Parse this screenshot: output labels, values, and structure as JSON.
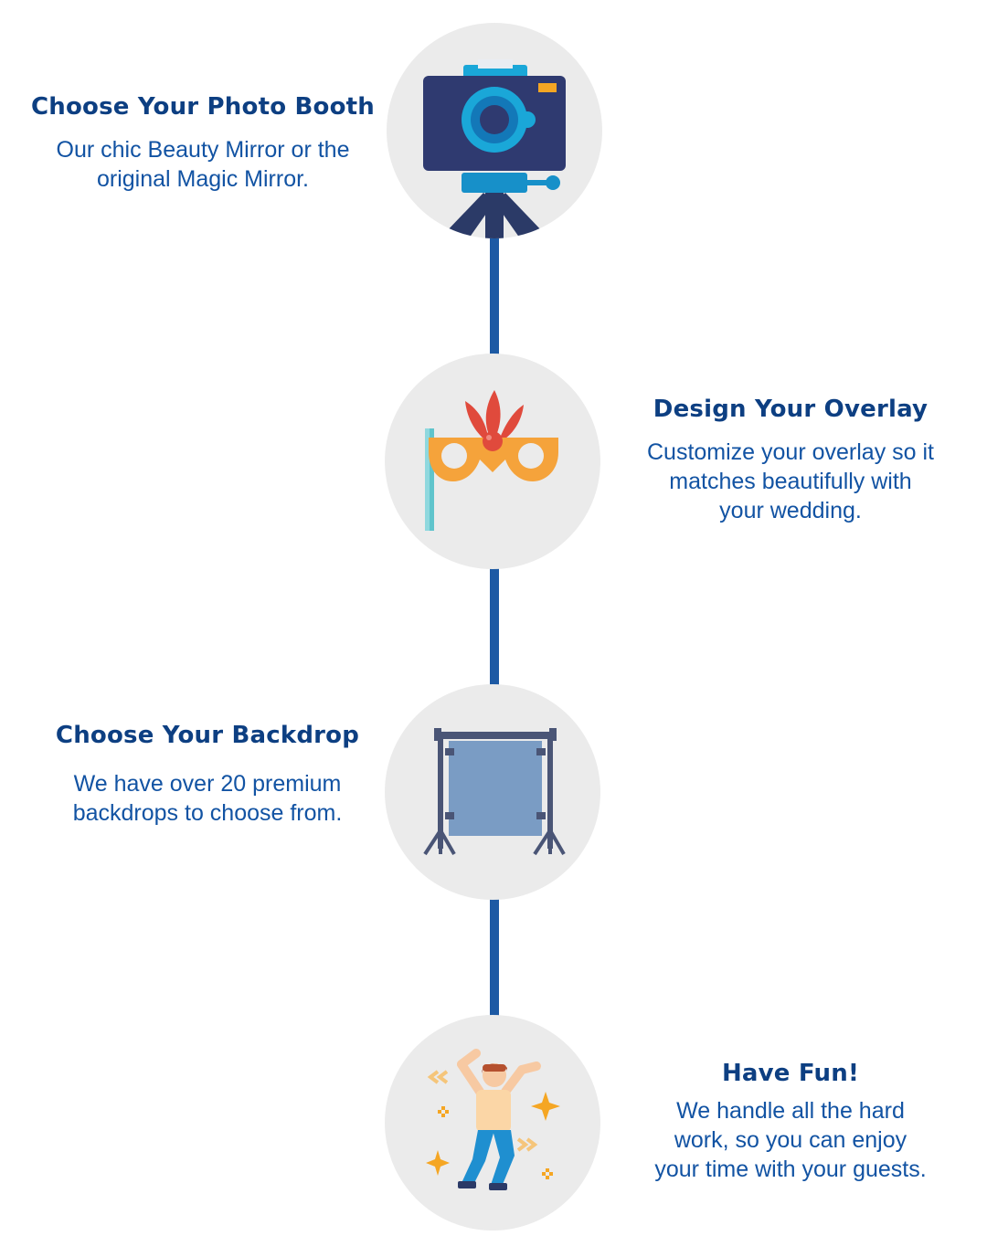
{
  "steps": [
    {
      "title": "Choose Your Photo Booth",
      "description": "Our chic Beauty Mirror or the original Magic Mirror.",
      "icon": "camera-on-tripod-icon"
    },
    {
      "title": "Design Your Overlay",
      "description": "Customize your overlay so it matches beautifully with your wedding.",
      "icon": "masquerade-mask-icon"
    },
    {
      "title": "Choose Your Backdrop",
      "description": "We have over 20 premium backdrops to choose from.",
      "icon": "backdrop-stand-icon"
    },
    {
      "title": "Have Fun!",
      "description": "We handle all the hard work, so you can enjoy your time with your guests.",
      "icon": "dancing-person-icon"
    }
  ],
  "colors": {
    "line": "#1d5aa4",
    "title": "#0d3f82",
    "text": "#1253a3",
    "circle": "#ebebeb"
  }
}
